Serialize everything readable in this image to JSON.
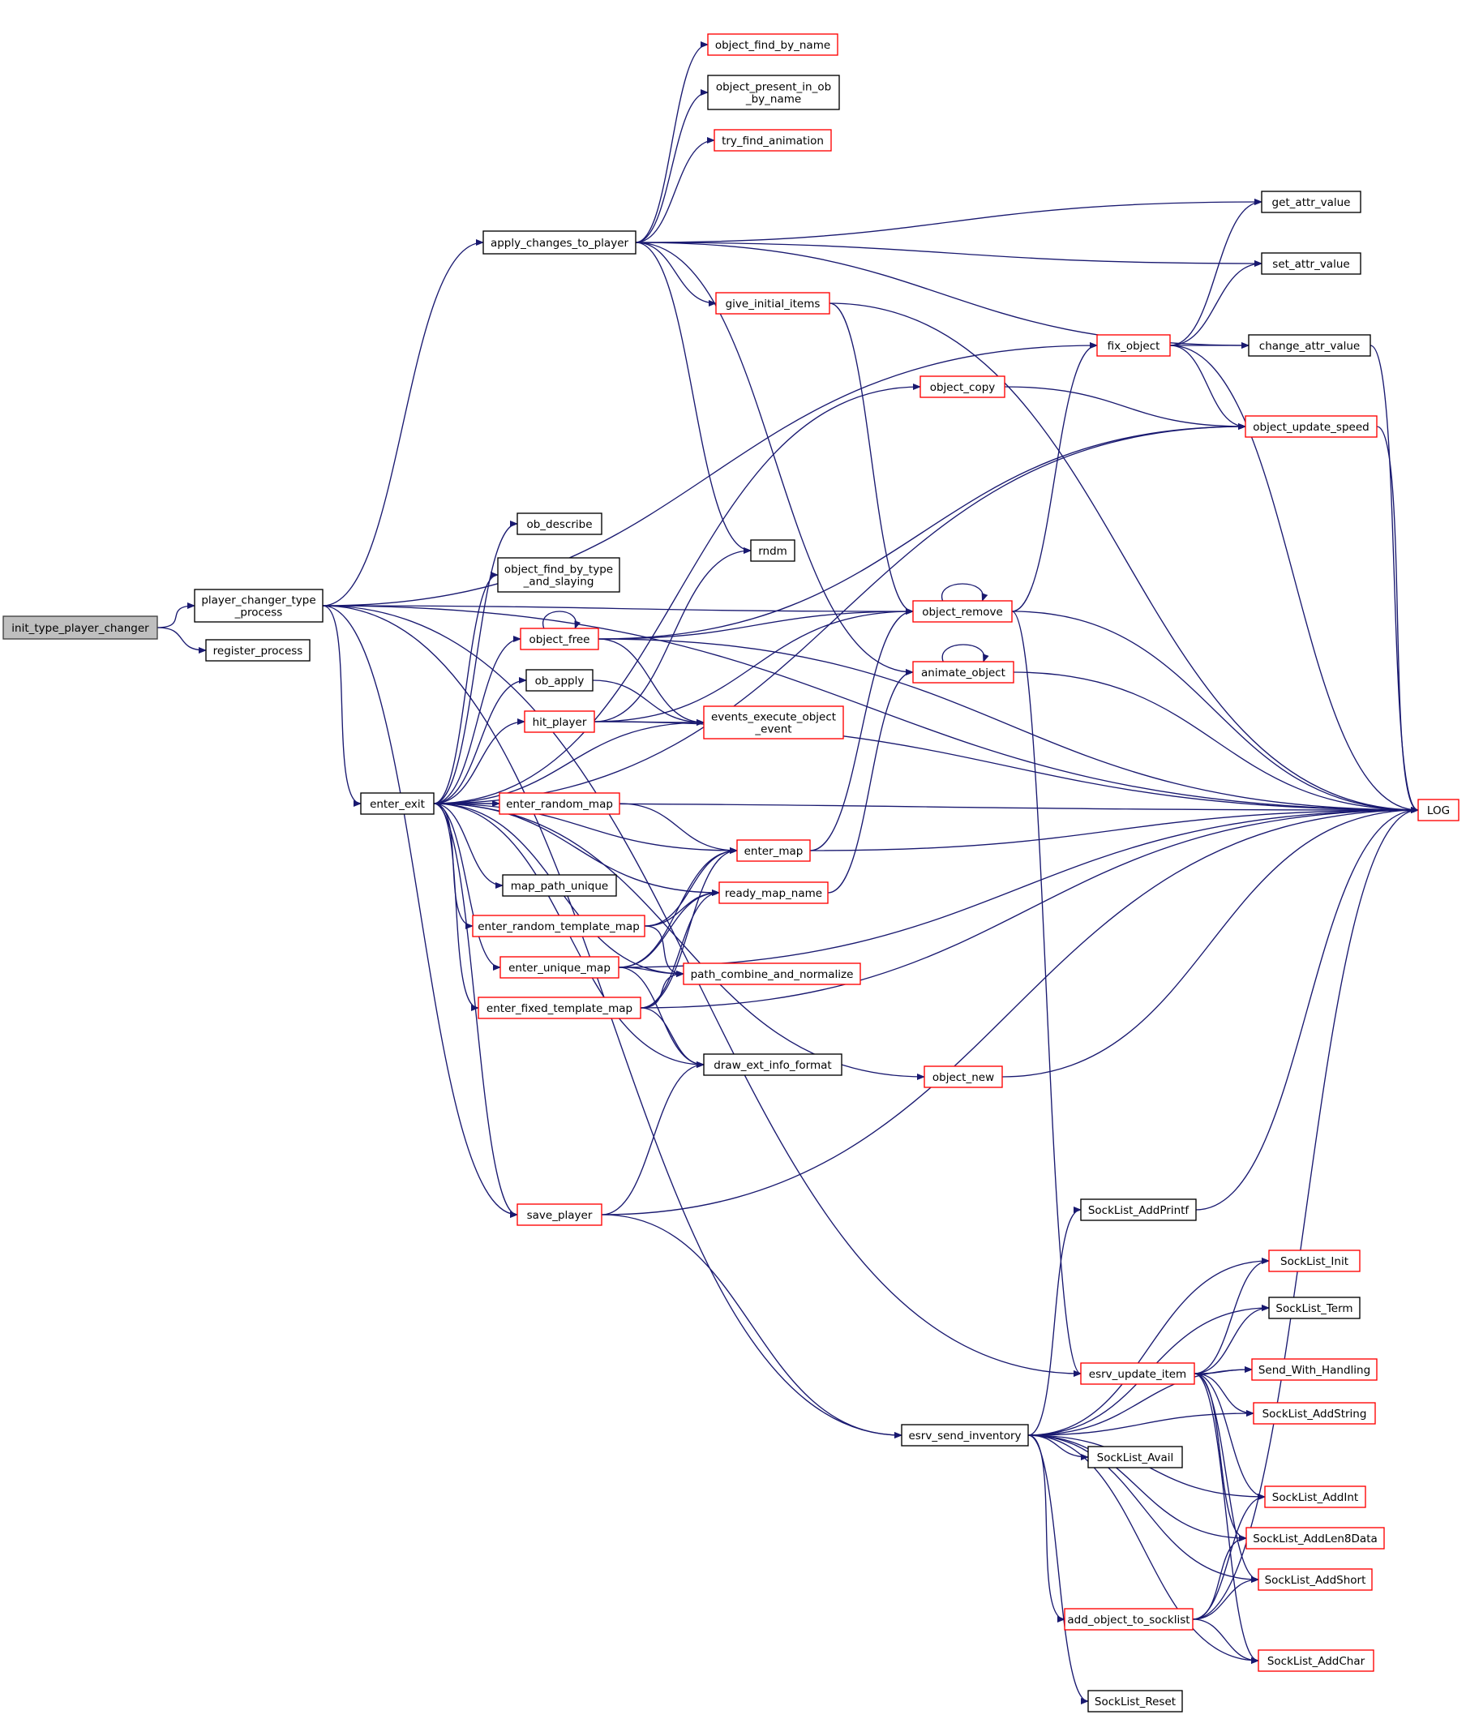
{
  "colors": {
    "edge": "#191970",
    "plain_border": "#000000",
    "truncated_border": "#ff0000",
    "root_fill": "#bfbfbf"
  },
  "nodes": [
    {
      "id": "init_type_player_changer",
      "lines": [
        "init_type_player_changer"
      ],
      "style": "root"
    },
    {
      "id": "player_changer_type_process",
      "lines": [
        "player_changer_type",
        "_process"
      ],
      "style": "plain"
    },
    {
      "id": "register_process",
      "lines": [
        "register_process"
      ],
      "style": "plain"
    },
    {
      "id": "apply_changes_to_player",
      "lines": [
        "apply_changes_to_player"
      ],
      "style": "plain"
    },
    {
      "id": "enter_exit",
      "lines": [
        "enter_exit"
      ],
      "style": "plain"
    },
    {
      "id": "save_player",
      "lines": [
        "save_player"
      ],
      "style": "red"
    },
    {
      "id": "object_find_by_name",
      "lines": [
        "object_find_by_name"
      ],
      "style": "red"
    },
    {
      "id": "object_present_in_ob_by_name",
      "lines": [
        "object_present_in_ob",
        "_by_name"
      ],
      "style": "plain"
    },
    {
      "id": "try_find_animation",
      "lines": [
        "try_find_animation"
      ],
      "style": "red"
    },
    {
      "id": "give_initial_items",
      "lines": [
        "give_initial_items"
      ],
      "style": "red"
    },
    {
      "id": "ob_describe",
      "lines": [
        "ob_describe"
      ],
      "style": "plain"
    },
    {
      "id": "object_find_by_type_and_slaying",
      "lines": [
        "object_find_by_type",
        "_and_slaying"
      ],
      "style": "plain"
    },
    {
      "id": "object_free",
      "lines": [
        "object_free"
      ],
      "style": "red"
    },
    {
      "id": "ob_apply",
      "lines": [
        "ob_apply"
      ],
      "style": "plain"
    },
    {
      "id": "hit_player",
      "lines": [
        "hit_player"
      ],
      "style": "red"
    },
    {
      "id": "enter_random_map",
      "lines": [
        "enter_random_map"
      ],
      "style": "red"
    },
    {
      "id": "map_path_unique",
      "lines": [
        "map_path_unique"
      ],
      "style": "plain"
    },
    {
      "id": "enter_random_template_map",
      "lines": [
        "enter_random_template_map"
      ],
      "style": "red"
    },
    {
      "id": "enter_unique_map",
      "lines": [
        "enter_unique_map"
      ],
      "style": "red"
    },
    {
      "id": "enter_fixed_template_map",
      "lines": [
        "enter_fixed_template_map"
      ],
      "style": "red"
    },
    {
      "id": "rndm",
      "lines": [
        "rndm"
      ],
      "style": "plain"
    },
    {
      "id": "events_execute_object_event",
      "lines": [
        "events_execute_object",
        "_event"
      ],
      "style": "red"
    },
    {
      "id": "enter_map",
      "lines": [
        "enter_map"
      ],
      "style": "red"
    },
    {
      "id": "ready_map_name",
      "lines": [
        "ready_map_name"
      ],
      "style": "red"
    },
    {
      "id": "path_combine_and_normalize",
      "lines": [
        "path_combine_and_normalize"
      ],
      "style": "red"
    },
    {
      "id": "draw_ext_info_format",
      "lines": [
        "draw_ext_info_format"
      ],
      "style": "plain"
    },
    {
      "id": "object_copy",
      "lines": [
        "object_copy"
      ],
      "style": "red"
    },
    {
      "id": "object_remove",
      "lines": [
        "object_remove"
      ],
      "style": "red"
    },
    {
      "id": "animate_object",
      "lines": [
        "animate_object"
      ],
      "style": "red"
    },
    {
      "id": "object_new",
      "lines": [
        "object_new"
      ],
      "style": "red"
    },
    {
      "id": "fix_object",
      "lines": [
        "fix_object"
      ],
      "style": "red"
    },
    {
      "id": "get_attr_value",
      "lines": [
        "get_attr_value"
      ],
      "style": "plain"
    },
    {
      "id": "set_attr_value",
      "lines": [
        "set_attr_value"
      ],
      "style": "plain"
    },
    {
      "id": "change_attr_value",
      "lines": [
        "change_attr_value"
      ],
      "style": "plain"
    },
    {
      "id": "object_update_speed",
      "lines": [
        "object_update_speed"
      ],
      "style": "red"
    },
    {
      "id": "LOG",
      "lines": [
        "LOG"
      ],
      "style": "red"
    },
    {
      "id": "esrv_send_inventory",
      "lines": [
        "esrv_send_inventory"
      ],
      "style": "plain"
    },
    {
      "id": "esrv_update_item",
      "lines": [
        "esrv_update_item"
      ],
      "style": "red"
    },
    {
      "id": "add_object_to_socklist",
      "lines": [
        "add_object_to_socklist"
      ],
      "style": "red"
    },
    {
      "id": "SockList_AddPrintf",
      "lines": [
        "SockList_AddPrintf"
      ],
      "style": "plain"
    },
    {
      "id": "SockList_Init",
      "lines": [
        "SockList_Init"
      ],
      "style": "red"
    },
    {
      "id": "SockList_Term",
      "lines": [
        "SockList_Term"
      ],
      "style": "plain"
    },
    {
      "id": "Send_With_Handling",
      "lines": [
        "Send_With_Handling"
      ],
      "style": "red"
    },
    {
      "id": "SockList_AddString",
      "lines": [
        "SockList_AddString"
      ],
      "style": "red"
    },
    {
      "id": "SockList_Avail",
      "lines": [
        "SockList_Avail"
      ],
      "style": "plain"
    },
    {
      "id": "SockList_AddInt",
      "lines": [
        "SockList_AddInt"
      ],
      "style": "red"
    },
    {
      "id": "SockList_AddLen8Data",
      "lines": [
        "SockList_AddLen8Data"
      ],
      "style": "red"
    },
    {
      "id": "SockList_AddShort",
      "lines": [
        "SockList_AddShort"
      ],
      "style": "red"
    },
    {
      "id": "SockList_AddChar",
      "lines": [
        "SockList_AddChar"
      ],
      "style": "red"
    },
    {
      "id": "SockList_Reset",
      "lines": [
        "SockList_Reset"
      ],
      "style": "plain"
    }
  ],
  "edges": [
    [
      "init_type_player_changer",
      "player_changer_type_process"
    ],
    [
      "init_type_player_changer",
      "register_process"
    ],
    [
      "player_changer_type_process",
      "apply_changes_to_player"
    ],
    [
      "player_changer_type_process",
      "LOG"
    ],
    [
      "player_changer_type_process",
      "fix_object"
    ],
    [
      "player_changer_type_process",
      "object_remove"
    ],
    [
      "player_changer_type_process",
      "enter_exit"
    ],
    [
      "player_changer_type_process",
      "save_player"
    ],
    [
      "player_changer_type_process",
      "esrv_update_item"
    ],
    [
      "player_changer_type_process",
      "esrv_send_inventory"
    ],
    [
      "apply_changes_to_player",
      "object_find_by_name"
    ],
    [
      "apply_changes_to_player",
      "object_present_in_ob_by_name"
    ],
    [
      "apply_changes_to_player",
      "try_find_animation"
    ],
    [
      "apply_changes_to_player",
      "get_attr_value"
    ],
    [
      "apply_changes_to_player",
      "set_attr_value"
    ],
    [
      "apply_changes_to_player",
      "change_attr_value"
    ],
    [
      "apply_changes_to_player",
      "give_initial_items"
    ],
    [
      "apply_changes_to_player",
      "rndm"
    ],
    [
      "apply_changes_to_player",
      "animate_object"
    ],
    [
      "give_initial_items",
      "LOG"
    ],
    [
      "give_initial_items",
      "object_remove"
    ],
    [
      "enter_exit",
      "object_copy"
    ],
    [
      "enter_exit",
      "object_update_speed"
    ],
    [
      "enter_exit",
      "events_execute_object_event"
    ],
    [
      "enter_exit",
      "ob_describe"
    ],
    [
      "enter_exit",
      "object_find_by_type_and_slaying"
    ],
    [
      "enter_exit",
      "object_free"
    ],
    [
      "enter_exit",
      "ob_apply"
    ],
    [
      "enter_exit",
      "hit_player"
    ],
    [
      "enter_exit",
      "enter_random_map"
    ],
    [
      "enter_exit",
      "enter_map"
    ],
    [
      "enter_exit",
      "ready_map_name"
    ],
    [
      "enter_exit",
      "map_path_unique"
    ],
    [
      "enter_exit",
      "enter_random_template_map"
    ],
    [
      "enter_exit",
      "enter_unique_map"
    ],
    [
      "enter_exit",
      "enter_fixed_template_map"
    ],
    [
      "enter_exit",
      "path_combine_and_normalize"
    ],
    [
      "enter_exit",
      "draw_ext_info_format"
    ],
    [
      "enter_exit",
      "object_new"
    ],
    [
      "enter_exit",
      "LOG"
    ],
    [
      "enter_exit",
      "save_player"
    ],
    [
      "object_free",
      "object_free"
    ],
    [
      "object_free",
      "object_update_speed"
    ],
    [
      "object_free",
      "object_remove"
    ],
    [
      "object_free",
      "events_execute_object_event"
    ],
    [
      "object_free",
      "LOG"
    ],
    [
      "ob_apply",
      "events_execute_object_event"
    ],
    [
      "hit_player",
      "rndm"
    ],
    [
      "hit_player",
      "events_execute_object_event"
    ],
    [
      "hit_player",
      "object_remove"
    ],
    [
      "hit_player",
      "LOG"
    ],
    [
      "enter_random_map",
      "enter_map"
    ],
    [
      "enter_random_template_map",
      "enter_map"
    ],
    [
      "enter_random_template_map",
      "ready_map_name"
    ],
    [
      "enter_random_template_map",
      "path_combine_and_normalize"
    ],
    [
      "enter_unique_map",
      "enter_map"
    ],
    [
      "enter_unique_map",
      "ready_map_name"
    ],
    [
      "enter_unique_map",
      "path_combine_and_normalize"
    ],
    [
      "enter_unique_map",
      "draw_ext_info_format"
    ],
    [
      "enter_unique_map",
      "LOG"
    ],
    [
      "enter_fixed_template_map",
      "enter_map"
    ],
    [
      "enter_fixed_template_map",
      "ready_map_name"
    ],
    [
      "enter_fixed_template_map",
      "path_combine_and_normalize"
    ],
    [
      "enter_fixed_template_map",
      "draw_ext_info_format"
    ],
    [
      "enter_fixed_template_map",
      "LOG"
    ],
    [
      "enter_map",
      "object_remove"
    ],
    [
      "enter_map",
      "LOG"
    ],
    [
      "ready_map_name",
      "animate_object"
    ],
    [
      "object_copy",
      "object_update_speed"
    ],
    [
      "object_remove",
      "object_remove"
    ],
    [
      "object_remove",
      "fix_object"
    ],
    [
      "object_remove",
      "LOG"
    ],
    [
      "object_remove",
      "esrv_update_item"
    ],
    [
      "animate_object",
      "animate_object"
    ],
    [
      "animate_object",
      "LOG"
    ],
    [
      "object_new",
      "LOG"
    ],
    [
      "fix_object",
      "get_attr_value"
    ],
    [
      "fix_object",
      "set_attr_value"
    ],
    [
      "fix_object",
      "change_attr_value"
    ],
    [
      "fix_object",
      "object_update_speed"
    ],
    [
      "fix_object",
      "LOG"
    ],
    [
      "change_attr_value",
      "LOG"
    ],
    [
      "object_update_speed",
      "LOG"
    ],
    [
      "save_player",
      "draw_ext_info_format"
    ],
    [
      "save_player",
      "LOG"
    ],
    [
      "save_player",
      "esrv_send_inventory"
    ],
    [
      "SockList_AddPrintf",
      "LOG"
    ],
    [
      "esrv_update_item",
      "SockList_Init"
    ],
    [
      "esrv_update_item",
      "SockList_Term"
    ],
    [
      "esrv_update_item",
      "Send_With_Handling"
    ],
    [
      "esrv_update_item",
      "SockList_AddString"
    ],
    [
      "esrv_update_item",
      "SockList_AddInt"
    ],
    [
      "esrv_update_item",
      "SockList_AddLen8Data"
    ],
    [
      "esrv_update_item",
      "SockList_AddShort"
    ],
    [
      "esrv_update_item",
      "SockList_AddChar"
    ],
    [
      "esrv_send_inventory",
      "SockList_AddPrintf"
    ],
    [
      "esrv_send_inventory",
      "SockList_Init"
    ],
    [
      "esrv_send_inventory",
      "SockList_Term"
    ],
    [
      "esrv_send_inventory",
      "Send_With_Handling"
    ],
    [
      "esrv_send_inventory",
      "SockList_AddString"
    ],
    [
      "esrv_send_inventory",
      "SockList_Avail"
    ],
    [
      "esrv_send_inventory",
      "SockList_AddInt"
    ],
    [
      "esrv_send_inventory",
      "SockList_AddLen8Data"
    ],
    [
      "esrv_send_inventory",
      "SockList_AddShort"
    ],
    [
      "esrv_send_inventory",
      "add_object_to_socklist"
    ],
    [
      "esrv_send_inventory",
      "SockList_AddChar"
    ],
    [
      "esrv_send_inventory",
      "SockList_Reset"
    ],
    [
      "add_object_to_socklist",
      "SockList_AddInt"
    ],
    [
      "add_object_to_socklist",
      "SockList_AddLen8Data"
    ],
    [
      "add_object_to_socklist",
      "SockList_AddShort"
    ],
    [
      "add_object_to_socklist",
      "SockList_AddChar"
    ],
    [
      "add_object_to_socklist",
      "LOG"
    ]
  ]
}
